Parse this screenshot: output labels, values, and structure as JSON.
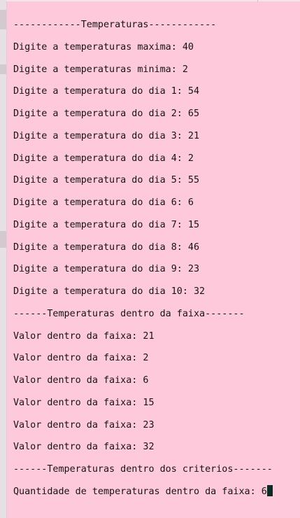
{
  "console": {
    "lines": [
      "------------Temperaturas------------",
      "Digite a temperaturas maxima: 40",
      "Digite a temperaturas minima: 2",
      "Digite a temperatura do dia 1: 54",
      "Digite a temperatura do dia 2: 65",
      "Digite a temperatura do dia 3: 21",
      "Digite a temperatura do dia 4: 2",
      "Digite a temperatura do dia 5: 55",
      "Digite a temperatura do dia 6: 6",
      "Digite a temperatura do dia 7: 15",
      "Digite a temperatura do dia 8: 46",
      "Digite a temperatura do dia 9: 23",
      "Digite a temperatura do dia 10: 32",
      "------Temperaturas dentro da faixa-------",
      "Valor dentro da faixa: 21",
      "Valor dentro da faixa: 2",
      "Valor dentro da faixa: 6",
      "Valor dentro da faixa: 15",
      "Valor dentro da faixa: 23",
      "Valor dentro da faixa: 32",
      "------Temperaturas dentro dos criterios-------",
      "Quantidade de temperaturas dentro da faixa: 6"
    ]
  },
  "colors": {
    "background": "#ffc9dc",
    "text": "#141414",
    "cursor": "#0c2b26"
  }
}
